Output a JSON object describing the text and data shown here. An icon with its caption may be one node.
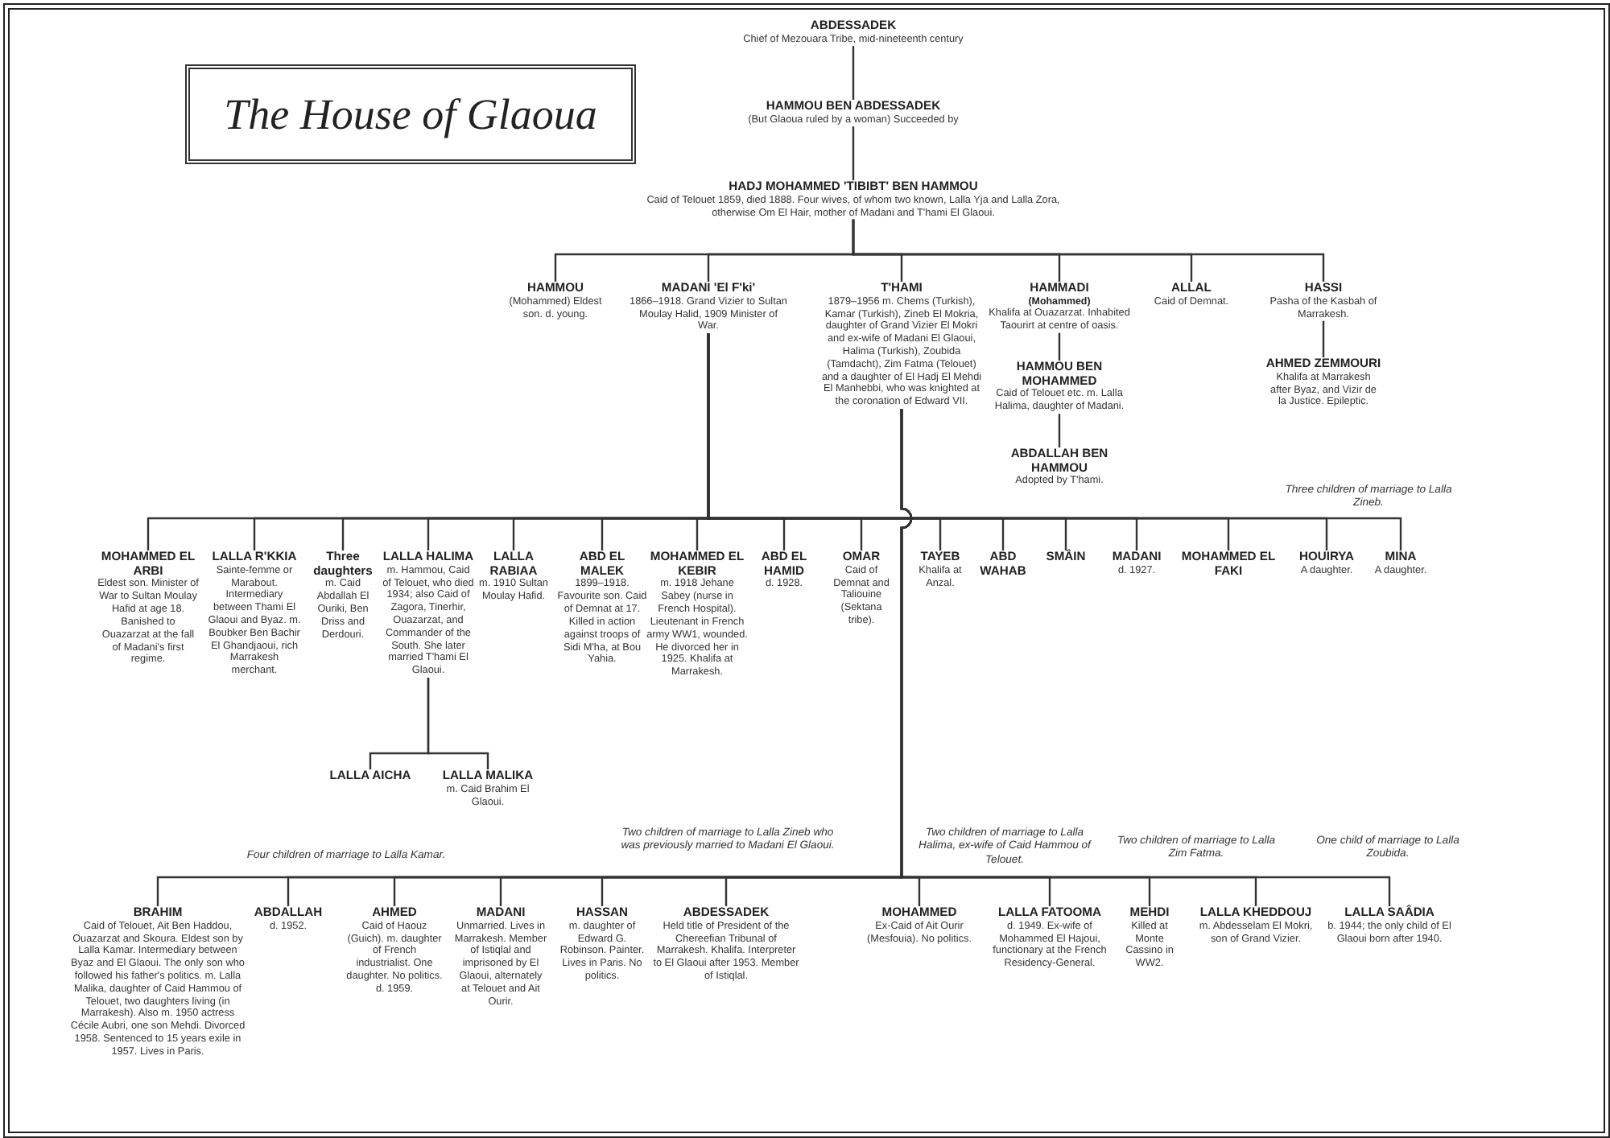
{
  "diagram": {
    "title": "The House of Glaoua",
    "nodes": [
      {
        "text": [
          "ABDESSADEK",
          "Chief of Mezouara Tribe, mid-nineteenth century"
        ]
      },
      {
        "text": [
          "HAMMOU BEN ABDESSADEK",
          "(But Glaoua ruled by a woman) Succeeded by"
        ]
      },
      {
        "text": [
          "HADJ MOHAMMED 'TIBIBT' BEN HAMMOU",
          "Caid of Telouet 1859, died 1888. Four wives, of whom two known, Lalla Yja and Lalla Zora, otherwise Om El Hair, mother of Madani and T'hami El Glaoui."
        ]
      },
      {
        "text": [
          "HAMMOU",
          "(Mohammed) Eldest son. d. young."
        ]
      },
      {
        "text": [
          "MADANI 'El F'ki'",
          "1866–1918. Grand Vizier to Sultan Moulay Halid, 1909 Minister of War."
        ]
      },
      {
        "text": [
          "T'HAMI",
          "1879–1956 m. Chems (Turkish), Kamar (Turkish), Zineb El Mokria, daughter of Grand Vizier El Mokri and ex-wife of Madani El Glaoui, Halima (Turkish), Zoubida (Tamdacht), Zim Fatma (Telouet) and a daughter of El Hadj El Mehdi El Manhebbi, who was knighted at the coronation of Edward VII."
        ]
      },
      {
        "text": [
          "HAMMADI",
          "(Mohammed)",
          "Khalifa at Ouazarzat. Inhabited Taourirt at centre of oasis."
        ]
      },
      {
        "text": [
          "HAMMOU BEN MOHAMMED",
          "Caid of Telouet etc. m. Lalla Halima, daughter of Madani."
        ]
      },
      {
        "text": [
          "ABDALLAH BEN HAMMOU",
          "Adopted by T'hami."
        ]
      },
      {
        "text": [
          "ALLAL",
          "Caid of Demnat."
        ]
      },
      {
        "text": [
          "HASSI",
          "Pasha of the Kasbah of Marrakesh."
        ]
      },
      {
        "text": [
          "AHMED ZEMMOURI",
          "Khalifa at Marrakesh after Byaz, and Vizir de la Justice. Epileptic."
        ]
      },
      {
        "text": [
          "MOHAMMED EL ARBI",
          "Eldest son. Minister of War to Sultan Moulay Hafid at age 18. Banished to Ouazarzat at the fall of Madani's first regime."
        ]
      },
      {
        "text": [
          "LALLA R'KKIA",
          "Sainte-femme or Marabout. Intermediary between Thami El Glaoui and Byaz. m. Boubker Ben Bachir El Ghandjaoui, rich Marrakesh merchant."
        ]
      },
      {
        "text": [
          "Three daughters",
          "m. Caid Abdallah El Ouriki, Ben Driss and Derdouri."
        ]
      },
      {
        "text": [
          "LALLA HALIMA",
          "m. Hammou, Caid of Telouet, who died 1934; also Caid of Zagora, Tinerhir, Ouazarzat, and Commander of the South. She later married T'hami El Glaoui."
        ]
      },
      {
        "text": [
          "LALLA RABIAA",
          "m. 1910 Sultan Moulay Hafid."
        ]
      },
      {
        "text": [
          "ABD EL MALEK",
          "1899–1918. Favourite son. Caid of Demnat at 17. Killed in action against troops of Sidi M'ha, at Bou Yahia."
        ]
      },
      {
        "text": [
          "MOHAMMED EL KEBIR",
          "m. 1918 Jehane Sabey (nurse in French Hospital). Lieutenant in French army WW1, wounded. He divorced her in 1925. Khalifa at Marrakesh."
        ]
      },
      {
        "text": [
          "ABD EL HAMID",
          "d. 1928."
        ]
      },
      {
        "text": [
          "OMAR",
          "Caid of Demnat and Taliouine (Sektana tribe)."
        ]
      },
      {
        "text": [
          "TAYEB",
          "Khalifa at Anzal."
        ]
      },
      {
        "text": [
          "ABD WAHAB"
        ]
      },
      {
        "text": [
          "SMÂIN"
        ]
      },
      {
        "text": [
          "MADANI",
          "d. 1927."
        ]
      },
      {
        "text": [
          "MOHAMMED EL FAKI"
        ]
      },
      {
        "text": [
          "HOUIRYA",
          "A daughter."
        ]
      },
      {
        "text": [
          "MINA",
          "A daughter."
        ]
      },
      {
        "text": [
          "LALLA AICHA"
        ]
      },
      {
        "text": [
          "LALLA MALIKA",
          "m. Caid Brahim El Glaoui."
        ]
      },
      {
        "text": [
          "BRAHIM",
          "Caid of Telouet, Ait Ben Haddou, Ouazarzat and Skoura. Eldest son by Lalla Kamar. Intermediary between Byaz and El Glaoui. The only son who followed his father's politics. m. Lalla Malika, daughter of Caid Hammou of Telouet, two daughters living (in Marrakesh). Also m. 1950 actress Cécile Aubri, one son Mehdi. Divorced 1958. Sentenced to 15 years exile in 1957. Lives in Paris."
        ]
      },
      {
        "text": [
          "ABDALLAH",
          "d. 1952."
        ]
      },
      {
        "text": [
          "AHMED",
          "Caid of Haouz (Guich). m. daughter of French industrialist. One daughter. No politics. d. 1959."
        ]
      },
      {
        "text": [
          "MADANI",
          "Unmarried. Lives in Marrakesh. Member of Istiqlal and imprisoned by El Glaoui, alternately at Telouet and Ait Ourir."
        ]
      },
      {
        "text": [
          "HASSAN",
          "m. daughter of Edward G. Robinson. Painter. Lives in Paris. No politics."
        ]
      },
      {
        "text": [
          "ABDESSADEK",
          "Held title of President of the Chereefian Tribunal of Marrakesh. Khalifa. Interpreter to El Glaoui after 1953. Member of Istiqlal."
        ]
      },
      {
        "text": [
          "MOHAMMED",
          "Ex-Caid of Ait Ourir (Mesfouia). No politics."
        ]
      },
      {
        "text": [
          "LALLA FATOOMA",
          "d. 1949. Ex-wife of Mohammed El Hajoui, functionary at the French Residency-General."
        ]
      },
      {
        "text": [
          "MEHDI",
          "Killed at Monte Cassino in WW2."
        ]
      },
      {
        "text": [
          "LALLA KHEDDOUJ",
          "m. Abdesselam El Mokri, son of Grand Vizier."
        ]
      },
      {
        "text": [
          "LALLA SAÂDIA",
          "b. 1944; the only child of El Glaoui born after 1940."
        ]
      }
    ],
    "edges": [
      {
        "from": 0,
        "to": 1,
        "arrow": "none"
      },
      {
        "from": 1,
        "to": 2,
        "arrow": "none"
      },
      {
        "from": 2,
        "to": 3,
        "arrow": "none"
      },
      {
        "from": 2,
        "to": 4,
        "arrow": "none"
      },
      {
        "from": 2,
        "to": 5,
        "arrow": "none"
      },
      {
        "from": 2,
        "to": 6,
        "arrow": "none"
      },
      {
        "from": 2,
        "to": 9,
        "arrow": "none"
      },
      {
        "from": 2,
        "to": 10,
        "arrow": "none"
      },
      {
        "from": 6,
        "to": 7,
        "arrow": "none"
      },
      {
        "from": 7,
        "to": 8,
        "arrow": "none"
      },
      {
        "from": 10,
        "to": 11,
        "arrow": "none"
      },
      {
        "from": 4,
        "to": 12,
        "arrow": "none"
      },
      {
        "from": 4,
        "to": 13,
        "arrow": "none"
      },
      {
        "from": 4,
        "to": 14,
        "arrow": "none"
      },
      {
        "from": 4,
        "to": 15,
        "arrow": "none"
      },
      {
        "from": 4,
        "to": 16,
        "arrow": "none"
      },
      {
        "from": 4,
        "to": 17,
        "arrow": "none"
      },
      {
        "from": 4,
        "to": 18,
        "arrow": "none"
      },
      {
        "from": 4,
        "to": 19,
        "arrow": "none"
      },
      {
        "from": 4,
        "to": 20,
        "arrow": "none"
      },
      {
        "from": 4,
        "to": 21,
        "arrow": "none"
      },
      {
        "from": 4,
        "to": 22,
        "arrow": "none"
      },
      {
        "from": 4,
        "to": 23,
        "arrow": "none"
      },
      {
        "from": 4,
        "to": 24,
        "arrow": "none"
      },
      {
        "from": 4,
        "to": 25,
        "arrow": "none"
      },
      {
        "from": 4,
        "to": 26,
        "arrow": "none"
      },
      {
        "from": 4,
        "to": 27,
        "arrow": "none"
      },
      {
        "from": 15,
        "to": 28,
        "arrow": "none"
      },
      {
        "from": 15,
        "to": 29,
        "arrow": "none"
      },
      {
        "from": 5,
        "to": 30,
        "arrow": "none"
      },
      {
        "from": 5,
        "to": 31,
        "arrow": "none"
      },
      {
        "from": 5,
        "to": 32,
        "arrow": "none"
      },
      {
        "from": 5,
        "to": 33,
        "arrow": "none"
      },
      {
        "from": 5,
        "to": 34,
        "arrow": "none"
      },
      {
        "from": 5,
        "to": 35,
        "arrow": "none"
      },
      {
        "from": 5,
        "to": 36,
        "arrow": "none"
      },
      {
        "from": 5,
        "to": 37,
        "arrow": "none"
      },
      {
        "from": 5,
        "to": 38,
        "arrow": "none"
      },
      {
        "from": 5,
        "to": 39,
        "arrow": "none"
      },
      {
        "from": 5,
        "to": 40,
        "arrow": "none"
      }
    ],
    "labels": [
      "Three children of marriage to Lalla Zineb.",
      "Four children of marriage to Lalla Kamar.",
      "Two children of marriage to Lalla Zineb who was previously married to Madani El Glaoui.",
      "Two children of marriage to Lalla Halima, ex-wife of Caid Hammou of Telouet.",
      "Two children of marriage to Lalla Zim Fatma.",
      "One child of marriage to Lalla Zoubida."
    ]
  }
}
